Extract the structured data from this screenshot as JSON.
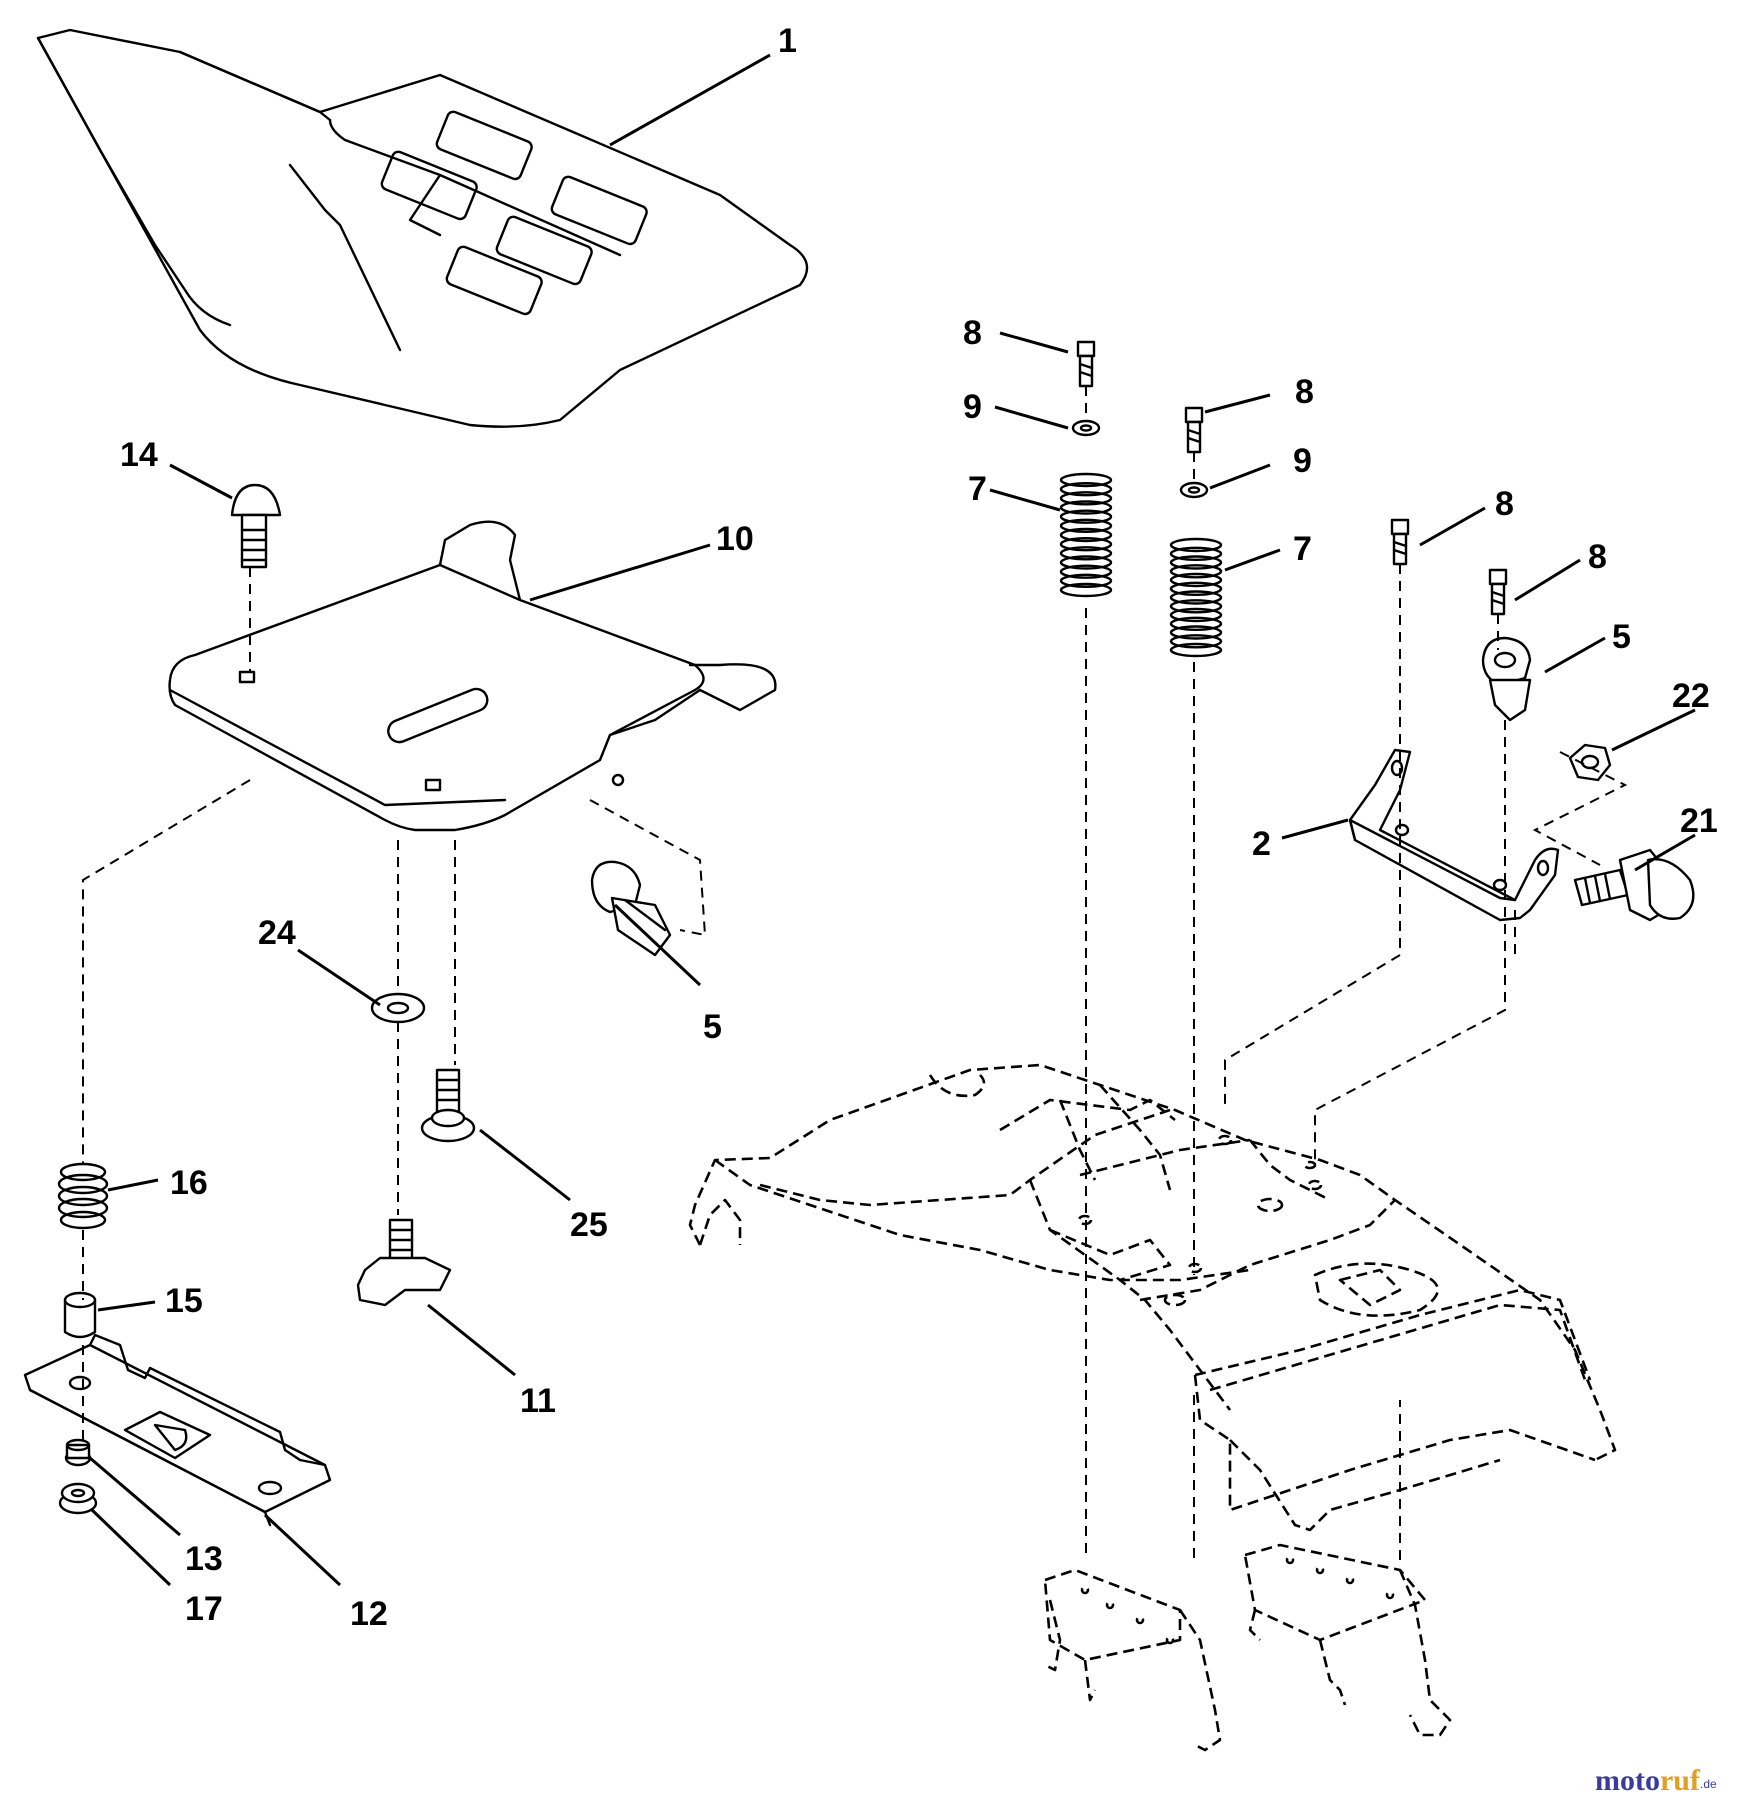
{
  "callouts": {
    "c1": "1",
    "c2": "2",
    "c5a": "5",
    "c5b": "5",
    "c7a": "7",
    "c7b": "7",
    "c8a": "8",
    "c8b": "8",
    "c8c": "8",
    "c8d": "8",
    "c9a": "9",
    "c9b": "9",
    "c10": "10",
    "c11": "11",
    "c12": "12",
    "c13": "13",
    "c14": "14",
    "c15": "15",
    "c16": "16",
    "c17": "17",
    "c21": "21",
    "c22": "22",
    "c24": "24",
    "c25": "25"
  },
  "watermark": {
    "part1": "moto",
    "part2": "ruf",
    "suffix": ".de"
  }
}
